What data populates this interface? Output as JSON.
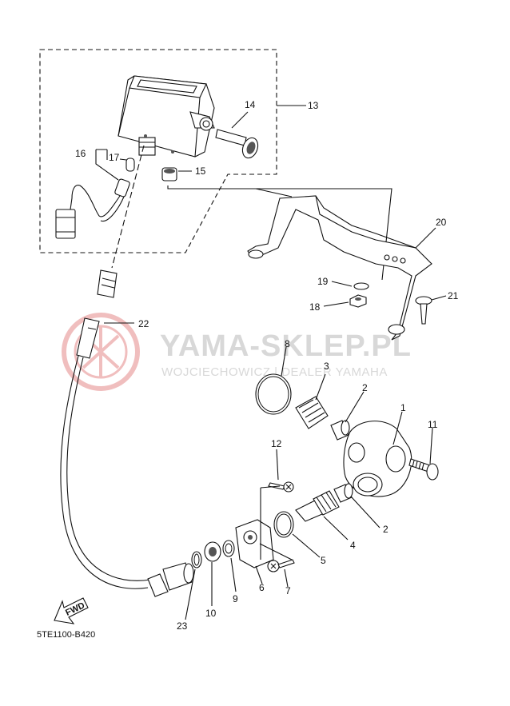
{
  "diagram_code": "5TE1100-B420",
  "watermark": {
    "brand": "YAMA-SKLEP.PL",
    "tagline": "WOJCIECHOWICZ | DEALER YAMAHA",
    "logo_color": "#e07070",
    "text_color": "#d8d8d8"
  },
  "fwd_label": "FWD",
  "callouts": [
    {
      "id": "c1",
      "label": "1"
    },
    {
      "id": "c2a",
      "label": "2"
    },
    {
      "id": "c2b",
      "label": "2"
    },
    {
      "id": "c3",
      "label": "3"
    },
    {
      "id": "c4",
      "label": "4"
    },
    {
      "id": "c5",
      "label": "5"
    },
    {
      "id": "c6",
      "label": "6"
    },
    {
      "id": "c7",
      "label": "7"
    },
    {
      "id": "c8",
      "label": "8"
    },
    {
      "id": "c9",
      "label": "9"
    },
    {
      "id": "c10",
      "label": "10"
    },
    {
      "id": "c11",
      "label": "11"
    },
    {
      "id": "c12",
      "label": "12"
    },
    {
      "id": "c13",
      "label": "13"
    },
    {
      "id": "c14",
      "label": "14"
    },
    {
      "id": "c15",
      "label": "15"
    },
    {
      "id": "c16",
      "label": "16"
    },
    {
      "id": "c17",
      "label": "17"
    },
    {
      "id": "c18",
      "label": "18"
    },
    {
      "id": "c19",
      "label": "19"
    },
    {
      "id": "c20",
      "label": "20"
    },
    {
      "id": "c21",
      "label": "21"
    },
    {
      "id": "c22",
      "label": "22"
    },
    {
      "id": "c23",
      "label": "23"
    }
  ]
}
